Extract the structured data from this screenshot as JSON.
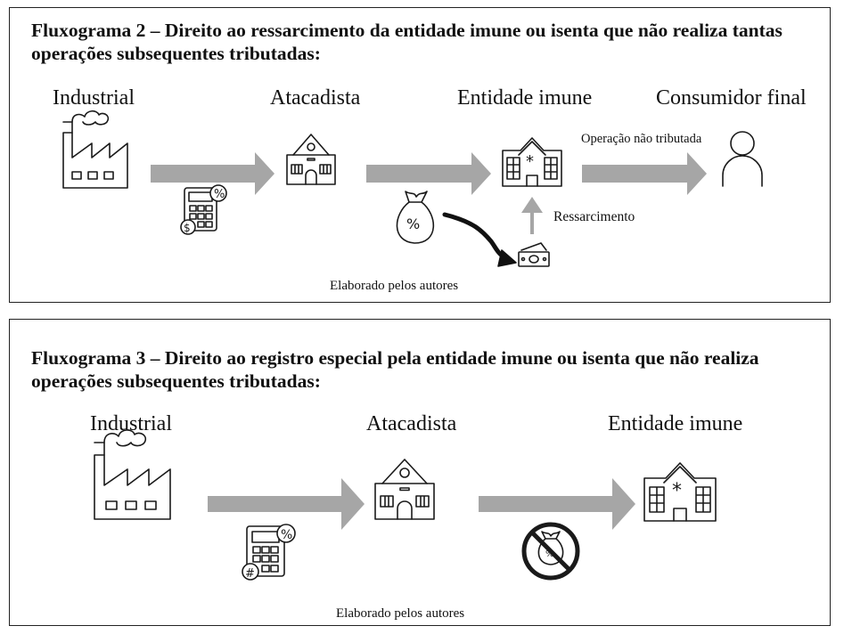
{
  "flowchart2": {
    "title": "Fluxograma 2 – Direito ao ressarcimento da entidade imune ou isenta que não realiza tantas operações subsequentes tributadas:",
    "nodes": {
      "industrial": "Industrial",
      "atacadista": "Atacadista",
      "entidade": "Entidade imune",
      "consumidor": "Consumidor final"
    },
    "edge_label": "Operação não tributada",
    "ressarcimento": "Ressarcimento",
    "credit": "Elaborado pelos autores"
  },
  "flowchart3": {
    "title": "Fluxograma 3 – Direito ao registro especial pela entidade imune ou isenta que não realiza operações subsequentes tributadas:",
    "nodes": {
      "industrial": "Industrial",
      "atacadista": "Atacadista",
      "entidade": "Entidade imune"
    },
    "credit": "Elaborado pelos autores"
  },
  "colors": {
    "arrow": "#a6a6a6",
    "border": "#222222",
    "icon": "#1a1a1a"
  },
  "icons": [
    "factory-icon",
    "school-building-icon",
    "hospital-building-icon",
    "person-icon",
    "calculator-icon",
    "money-bag-icon",
    "cash-icon",
    "no-money-bag-icon",
    "curved-arrow-icon"
  ]
}
